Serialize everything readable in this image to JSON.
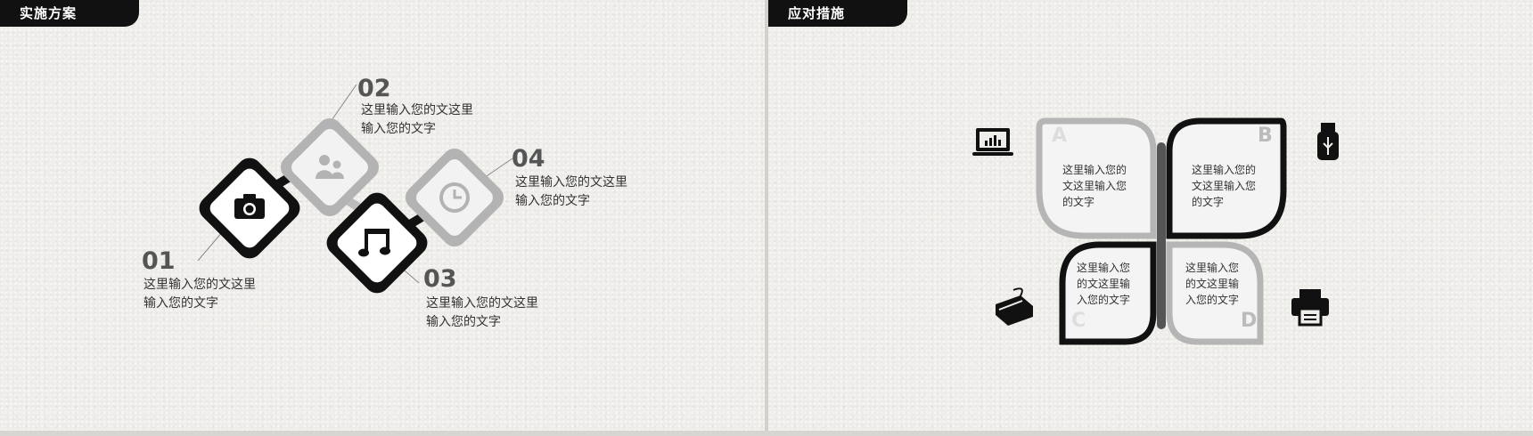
{
  "left_slide": {
    "title": "实施方案",
    "items": [
      {
        "num": "01",
        "text_line1": "这里输入您的文这里",
        "text_line2": "输入您的文字",
        "icon": "camera-icon"
      },
      {
        "num": "02",
        "text_line1": "这里输入您的文这里",
        "text_line2": "输入您的文字",
        "icon": "users-icon"
      },
      {
        "num": "03",
        "text_line1": "这里输入您的文这里",
        "text_line2": "输入您的文字",
        "icon": "music-note-icon"
      },
      {
        "num": "04",
        "text_line1": "这里输入您的文这里",
        "text_line2": "输入您的文字",
        "icon": "clock-icon"
      }
    ]
  },
  "right_slide": {
    "title": "应对措施",
    "petals": [
      {
        "letter": "A",
        "line1": "这里输入您的",
        "line2": "文这里输入您",
        "line3": "的文字",
        "icon": "laptop-chart-icon"
      },
      {
        "letter": "B",
        "line1": "这里输入您的",
        "line2": "文这里输入您",
        "line3": "的文字",
        "icon": "usb-drive-icon"
      },
      {
        "letter": "C",
        "line1": "这里输入您",
        "line2": "的文这里输",
        "line3": "入您的文字",
        "icon": "mouse-icon"
      },
      {
        "letter": "D",
        "line1": "这里输入您",
        "line2": "的文这里输",
        "line3": "入您的文字",
        "icon": "printer-icon"
      }
    ]
  },
  "colors": {
    "dark": "#111111",
    "gray": "#b5b5b5",
    "light": "#f4f4f4",
    "background": "#efedea"
  }
}
